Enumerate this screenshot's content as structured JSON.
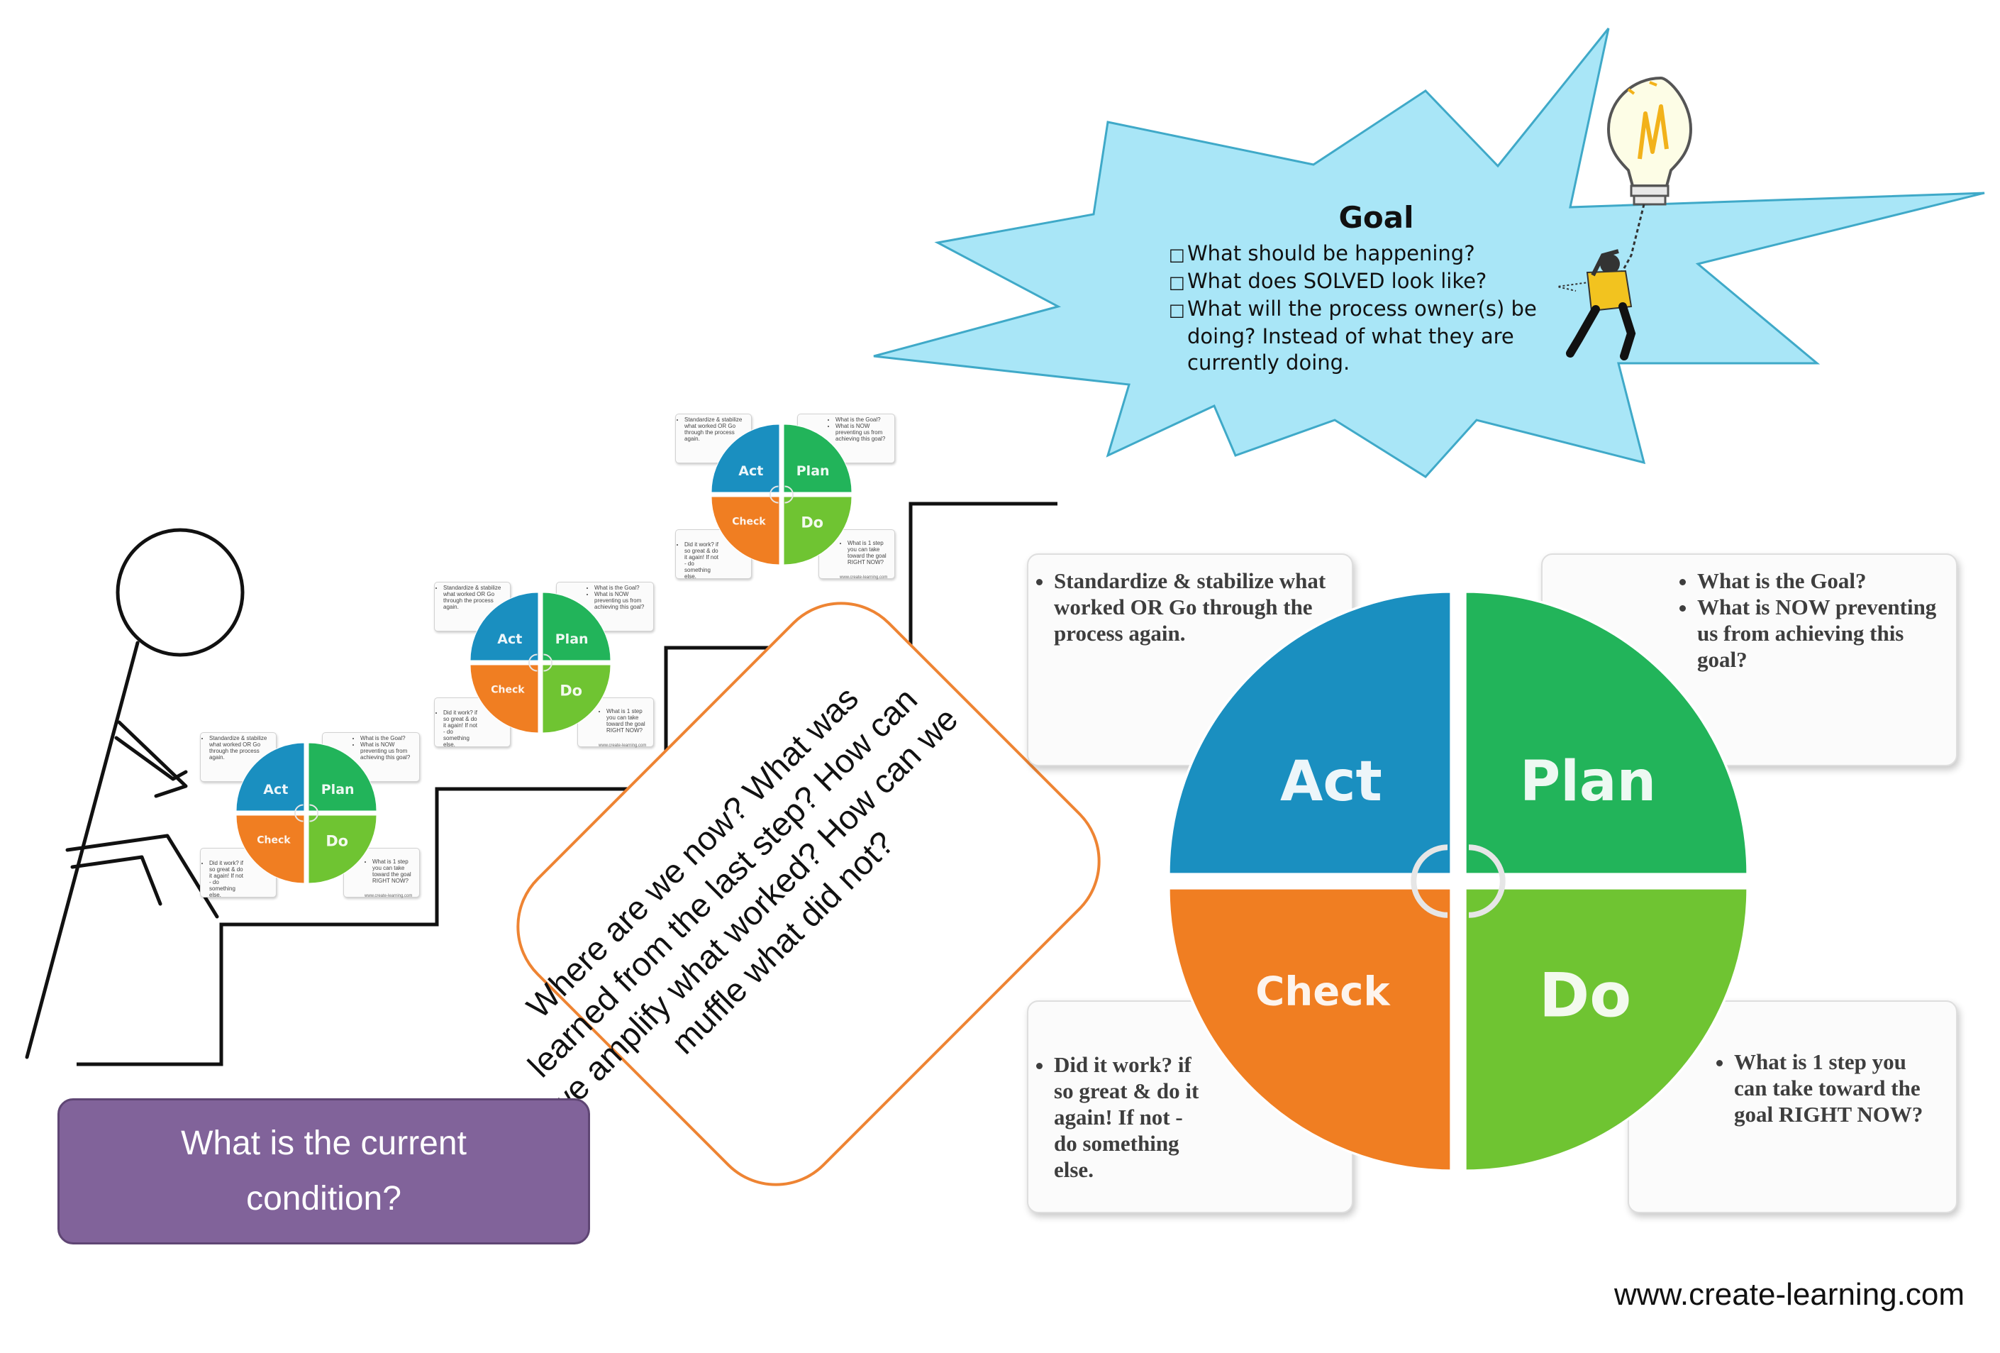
{
  "goal": {
    "title": "Goal",
    "items": [
      "What should be happening?",
      "What does SOLVED look like?",
      "What will the process owner(s) be doing? Instead of what they are currently doing."
    ]
  },
  "question_callout": "Where are we now? What was learned from the last step? How can we amplify what worked? How can we muffle what did not?",
  "current_condition": "What is the current condition?",
  "footer_url": "www.create-learning.com",
  "pdca": {
    "quadrants": {
      "act": "Act",
      "plan": "Plan",
      "check": "Check",
      "do": "Do"
    },
    "notes": {
      "act": "Standardize & stabilize what worked OR Go through the process again.",
      "plan_1": "What is the Goal?",
      "plan_2": "What is NOW preventing us from achieving this goal?",
      "check": "Did it work? if so great & do it again! If not - do something else.",
      "do": "What is 1 step you can take toward the goal RIGHT NOW?"
    },
    "colors": {
      "act": "#1a8fc0",
      "plan": "#22b45a",
      "check": "#f07e22",
      "do": "#6fc432"
    }
  },
  "icons": [
    "lightbulb-icon",
    "climbing-person-icon",
    "stick-figure-icon",
    "cycle-arrows-icon"
  ]
}
